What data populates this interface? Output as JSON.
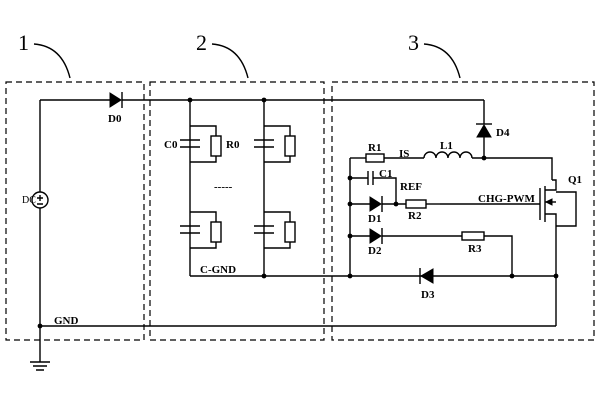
{
  "section_numbers": [
    "1",
    "2",
    "3"
  ],
  "labels": {
    "d0": "D0",
    "dc": "DC",
    "gnd": "GND",
    "c0": "C0",
    "r0": "R0",
    "dashes": "-----",
    "c_gnd": "C-GND",
    "d4": "D4",
    "r1": "R1",
    "is": "IS",
    "l1": "L1",
    "c1": "C1",
    "ref": "REF",
    "d1": "D1",
    "r2": "R2",
    "chg_pwm": "CHG-PWM",
    "q1": "Q1",
    "d2": "D2",
    "r3": "R3",
    "d3": "D3"
  }
}
